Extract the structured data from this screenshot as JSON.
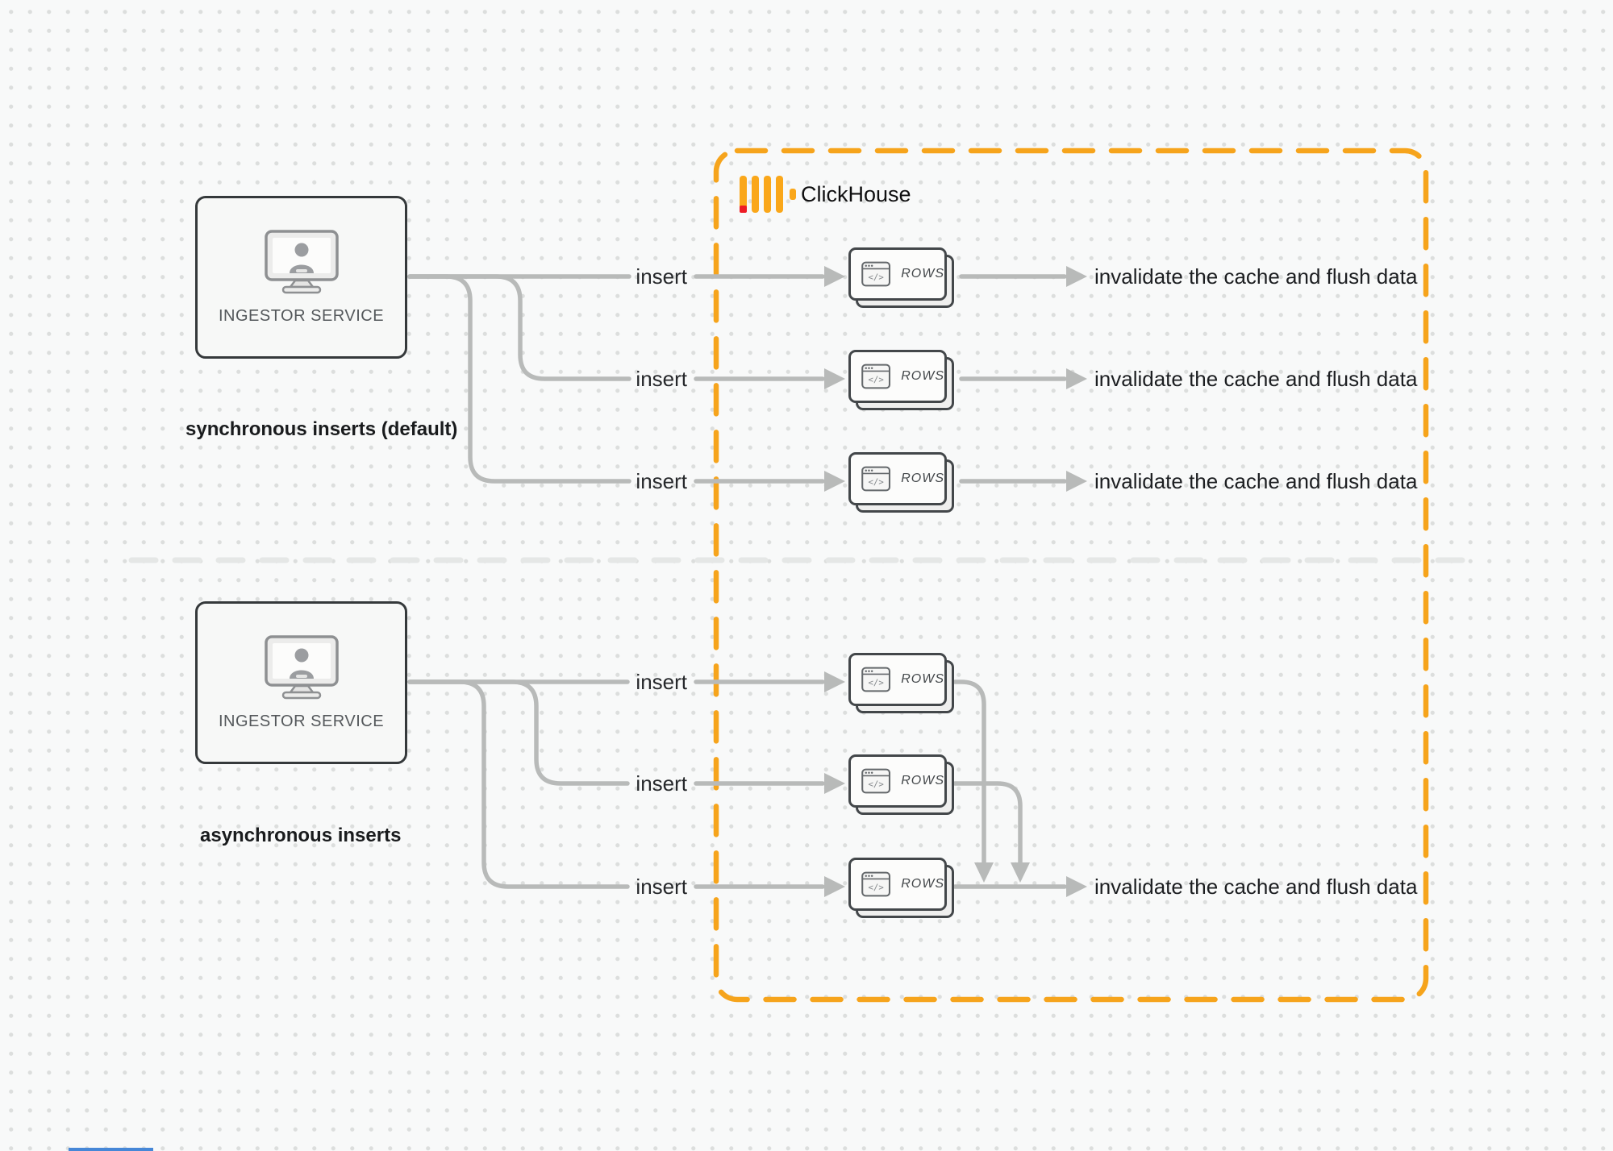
{
  "brand": {
    "name": "ClickHouse"
  },
  "icons": {
    "code": "</>"
  },
  "colors": {
    "accent_orange": "#F6A41C",
    "logo_yellow": "#FAA71A",
    "logo_red": "#EE1C25",
    "connector_gray": "#b8bab9",
    "divider_gray": "#e5e7e6",
    "card_border": "#43474a",
    "box_border": "#35393b",
    "bottom_strip_blue": "#4687d7"
  },
  "sync": {
    "caption": "synchronous inserts (default)",
    "service_label": "INGESTOR SERVICE",
    "rows": [
      {
        "insert": "insert",
        "card": "ROWS",
        "result": "invalidate the cache and flush data"
      },
      {
        "insert": "insert",
        "card": "ROWS",
        "result": "invalidate the cache and flush data"
      },
      {
        "insert": "insert",
        "card": "ROWS",
        "result": "invalidate the cache and flush data"
      }
    ]
  },
  "async": {
    "caption": "asynchronous inserts",
    "service_label": "INGESTOR SERVICE",
    "rows": [
      {
        "insert": "insert",
        "card": "ROWS"
      },
      {
        "insert": "insert",
        "card": "ROWS"
      },
      {
        "insert": "insert",
        "card": "ROWS"
      }
    ],
    "result": "invalidate the cache and flush data"
  }
}
